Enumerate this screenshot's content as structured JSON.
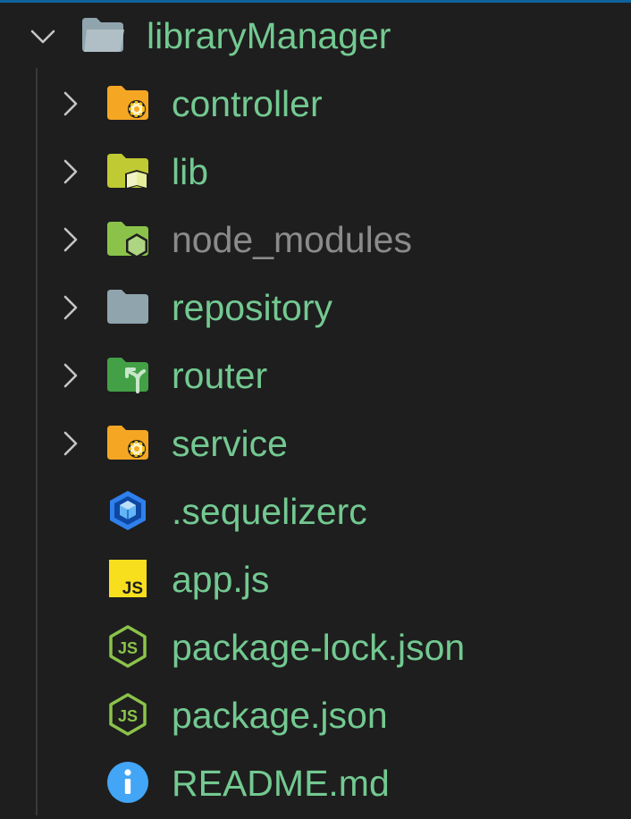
{
  "explorer": {
    "root": {
      "label": "libraryManager",
      "icon": "folder-open-icon",
      "expanded": true
    },
    "items": [
      {
        "label": "controller",
        "icon": "folder-controller-icon",
        "kind": "folder",
        "color": "#f5a623"
      },
      {
        "label": "lib",
        "icon": "folder-lib-icon",
        "kind": "folder",
        "color": "#c0ca33"
      },
      {
        "label": "node_modules",
        "icon": "folder-node-icon",
        "kind": "folder",
        "color": "#8bc34a",
        "dimmed": true
      },
      {
        "label": "repository",
        "icon": "folder-icon",
        "kind": "folder",
        "color": "#90a4ae"
      },
      {
        "label": "router",
        "icon": "folder-routes-icon",
        "kind": "folder",
        "color": "#43a047"
      },
      {
        "label": "service",
        "icon": "folder-controller-icon",
        "kind": "folder",
        "color": "#f5a623"
      },
      {
        "label": ".sequelizerc",
        "icon": "sequelize-icon",
        "kind": "file",
        "color": "#2f80ed"
      },
      {
        "label": "app.js",
        "icon": "javascript-icon",
        "kind": "file",
        "color": "#f7df1e"
      },
      {
        "label": "package-lock.json",
        "icon": "nodejs-icon",
        "kind": "file",
        "color": "#8bc34a"
      },
      {
        "label": "package.json",
        "icon": "nodejs-icon",
        "kind": "file",
        "color": "#8bc34a"
      },
      {
        "label": "README.md",
        "icon": "info-icon",
        "kind": "file",
        "color": "#42a5f5"
      }
    ]
  },
  "colors": {
    "background": "#1e1e1e",
    "label": "#73c991",
    "label_dimmed": "#8b8b8b",
    "chevron": "#c5c5c5",
    "indent_guide": "#3a3a3a",
    "focus_border": "#0e639c"
  }
}
